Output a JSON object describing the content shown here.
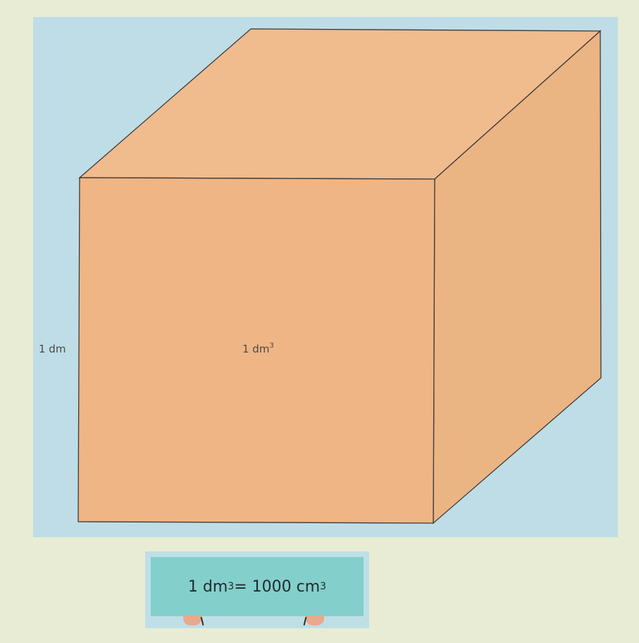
{
  "figure": {
    "edge_label": "1 dm",
    "volume_label": {
      "base": "1 dm",
      "exponent": "3"
    },
    "colors": {
      "page_background": "#e9ecd4",
      "figure_background": "#bfdde6",
      "cube_face": "#efb585",
      "cube_top": "#f0bb8d",
      "cube_side": "#ebb483",
      "edge": "#3a3a3a"
    }
  },
  "formula": {
    "lhs": "1 dm",
    "lhs_exp": "3",
    "eq": " = 1000 cm",
    "rhs_exp": "3",
    "card_color": "#83cfcc"
  }
}
